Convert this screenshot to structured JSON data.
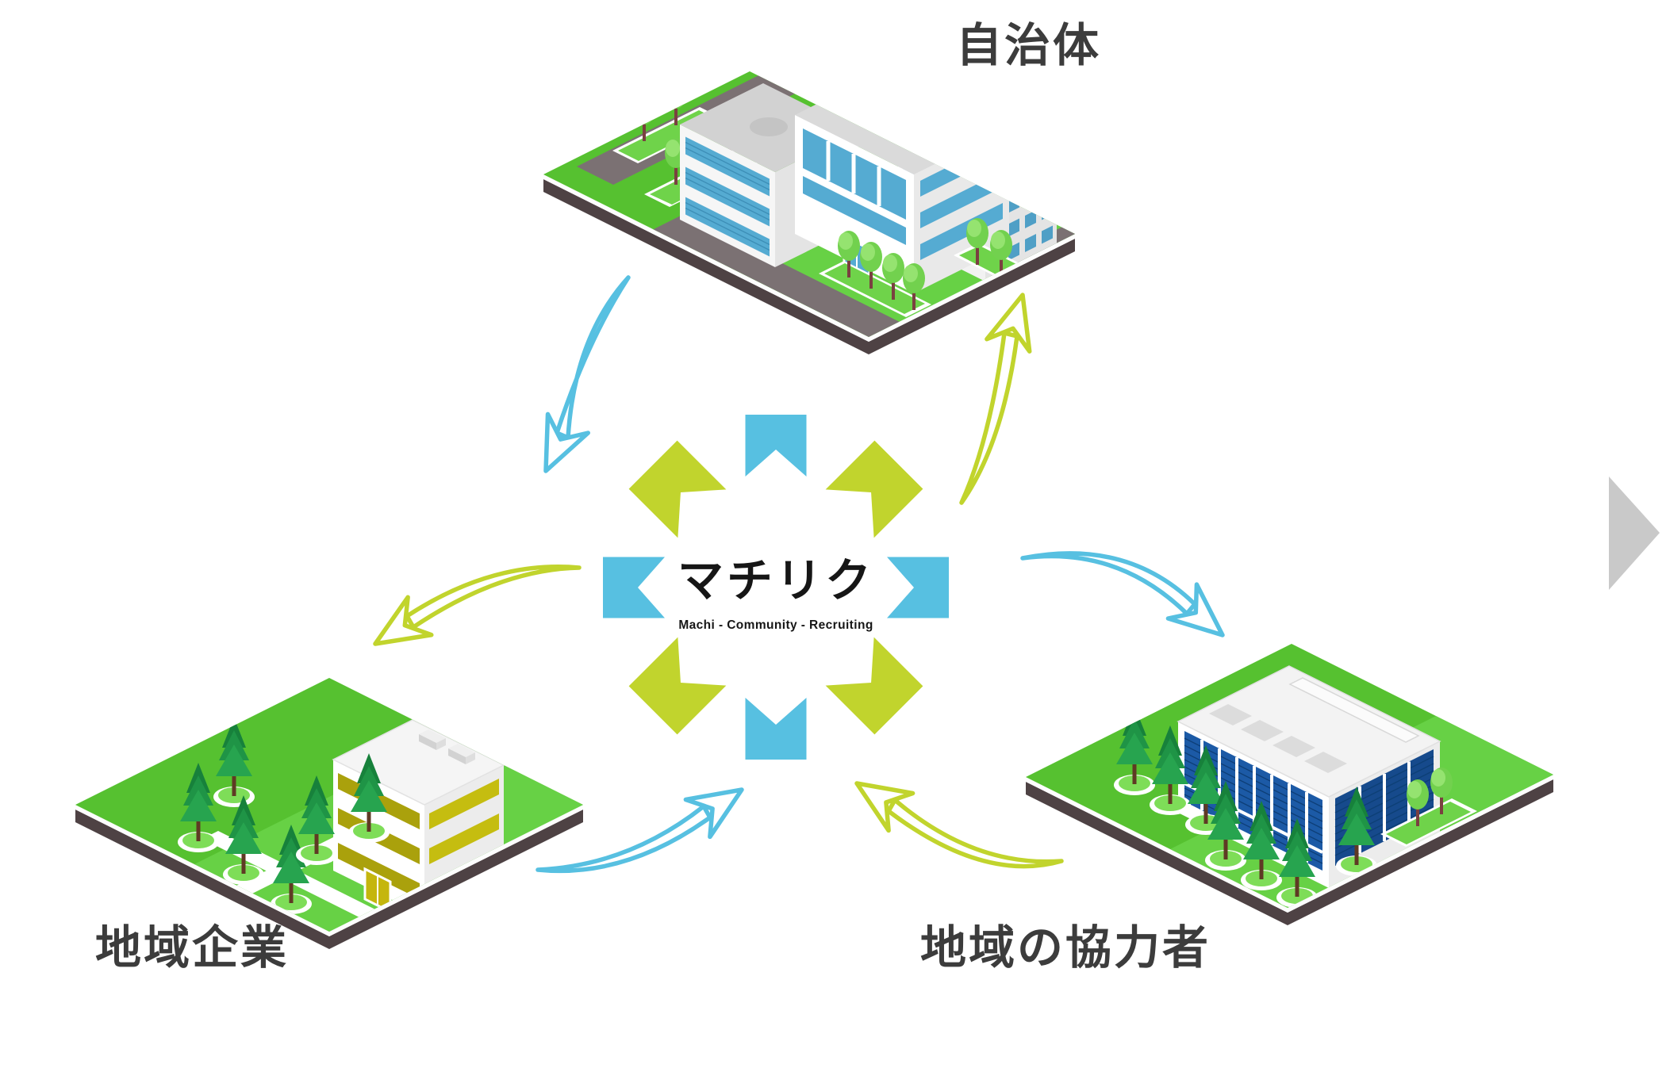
{
  "logo": {
    "name": "マチリク",
    "tagline": "Machi - Community - Recruiting"
  },
  "nodes": {
    "municipality": {
      "label": "自治体",
      "position": "top",
      "illustration": "isometric-city-hall"
    },
    "local_companies": {
      "label": "地域企業",
      "position": "bottom-left",
      "illustration": "isometric-office-with-pines"
    },
    "local_supporters": {
      "label": "地域の協力者",
      "position": "bottom-right",
      "illustration": "isometric-glass-office"
    }
  },
  "flows": [
    {
      "from": "自治体",
      "to": "マチリク",
      "color": "#57c0e1"
    },
    {
      "from": "マチリク",
      "to": "自治体",
      "color": "#c1d42d"
    },
    {
      "from": "マチリク",
      "to": "地域企業",
      "color": "#c1d42d"
    },
    {
      "from": "地域企業",
      "to": "マチリク",
      "color": "#57c0e1"
    },
    {
      "from": "マチリク",
      "to": "地域の協力者",
      "color": "#57c0e1"
    },
    {
      "from": "地域の協力者",
      "to": "マチリク",
      "color": "#c1d42d"
    }
  ],
  "colors": {
    "blue": "#57c0e1",
    "green": "#c1d42d",
    "grass": "#56c130",
    "grass_light": "#67d145",
    "platform_edge": "#4e4244",
    "road": "#7b7173",
    "window_blue": "#55abd2",
    "glass_navy": "#1c5aa6",
    "olive_band": "#aaa10c",
    "label_text": "#3c3c3c",
    "logo_text": "#161616",
    "carousel_arrow": "#c9c9c9"
  },
  "carousel": {
    "next_icon": "right-triangle"
  }
}
